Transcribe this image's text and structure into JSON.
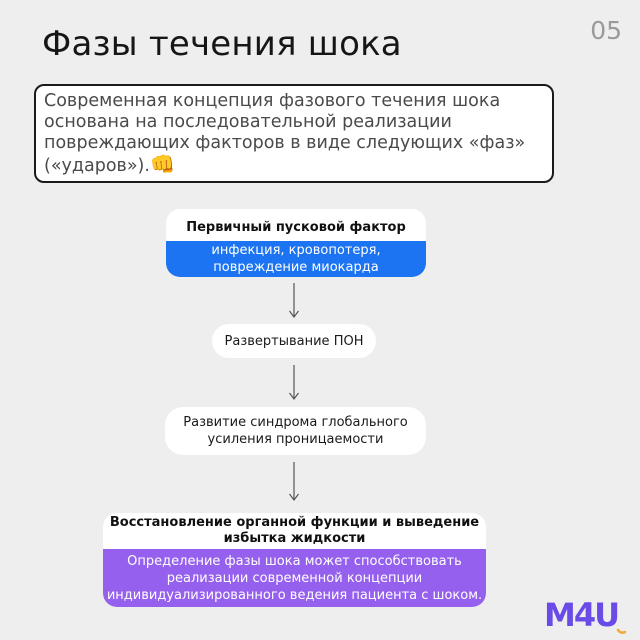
{
  "page_number": "05",
  "title": "Фазы течения шока",
  "intro": {
    "lines": [
      "Современная концепция фазового течения шока",
      "основана на последовательной реализации",
      "повреждающих факторов в виде следующих «фаз»",
      "(«ударов»)."
    ],
    "emoji": "👊"
  },
  "diagram": {
    "step1": {
      "title": "Первичный пусковой фактор",
      "lines": [
        "инфекция, кровопотеря,",
        "повреждение миокарда"
      ]
    },
    "step2": {
      "label": "Развертывание ПОН"
    },
    "step3": {
      "lines": [
        "Развитие синдрома глобального",
        "усиления проницаемости"
      ]
    },
    "step4": {
      "title_lines": [
        "Восстановление органной функции и выведение",
        "избытка жидкости"
      ],
      "lines": [
        "Определение фазы шока может способствовать",
        "реализации современной концепции",
        "индивидуализированного ведения пациента с шоком."
      ]
    }
  },
  "logo": {
    "text": "M4U",
    "colors": [
      "#6a4be8",
      "#f2a93b"
    ]
  },
  "colors": {
    "blue": "#1c74f2",
    "purple": "#9660ee",
    "background": "#eeeeee"
  }
}
